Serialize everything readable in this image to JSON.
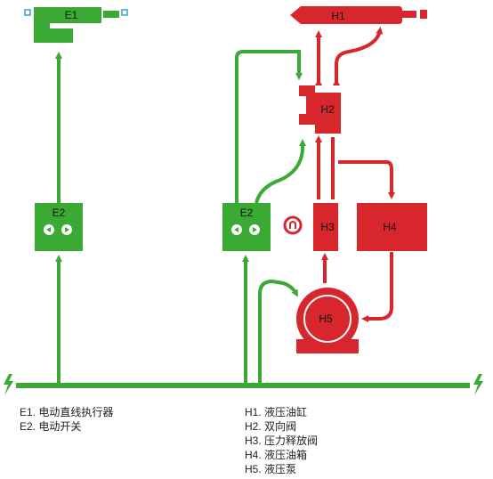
{
  "colors": {
    "green": "#3aaa35",
    "red": "#d7262c",
    "white": "#ffffff"
  },
  "blocks": {
    "e1": "E1",
    "e2_left": "E2",
    "e2_right": "E2",
    "h1": "H1",
    "h2": "H2",
    "h3": "H3",
    "h4": "H4",
    "h5": "H5"
  },
  "legend": {
    "electric": [
      "E1. 电动直线执行器",
      "E2. 电动开关"
    ],
    "hydraulic": [
      "H1. 液压油缸",
      "H2. 双向阀",
      "H3. 压力释放阀",
      "H4. 液压油箱",
      "H5. 液压泵"
    ]
  },
  "icons": [
    "power-bolt-icon",
    "switch-arrow-left-icon",
    "switch-arrow-right-icon",
    "pressure-gauge-icon",
    "pump-icon",
    "connector-icon"
  ]
}
